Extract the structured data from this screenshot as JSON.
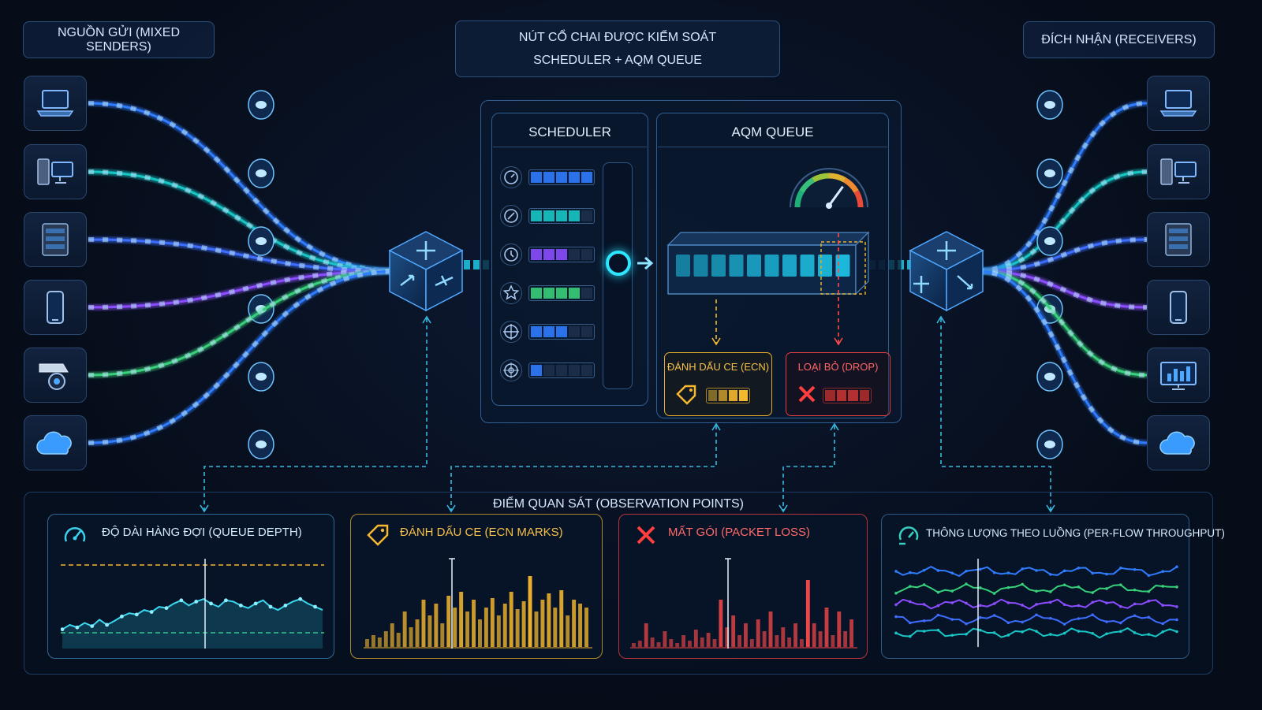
{
  "header": {
    "senders_label": "NGUỒN GỬI (MIXED SENDERS)",
    "bottleneck_line1": "NÚT CỔ CHAI ĐƯỢC KIỂM SOÁT",
    "bottleneck_line2": "SCHEDULER + AQM QUEUE",
    "receivers_label": "ĐÍCH NHẬN (RECEIVERS)"
  },
  "senders": [
    {
      "icon": "laptop-icon",
      "color": "#2f7cff"
    },
    {
      "icon": "desktop-icon",
      "color": "#19c6c6"
    },
    {
      "icon": "server-icon",
      "color": "#3d6dff"
    },
    {
      "icon": "smartphone-icon",
      "color": "#8b4dff"
    },
    {
      "icon": "security-camera-icon",
      "color": "#37d07a"
    },
    {
      "icon": "cloud-icon",
      "color": "#2f7cff"
    }
  ],
  "receivers": [
    {
      "icon": "laptop-icon",
      "color": "#2f7cff"
    },
    {
      "icon": "desktop-icon",
      "color": "#19c6c6"
    },
    {
      "icon": "server-icon",
      "color": "#3d6dff"
    },
    {
      "icon": "smartphone-icon",
      "color": "#8b4dff"
    },
    {
      "icon": "monitor-chart-icon",
      "color": "#37d07a"
    },
    {
      "icon": "cloud-icon",
      "color": "#2f7cff"
    }
  ],
  "scheduler": {
    "title": "SCHEDULER",
    "slots": [
      {
        "icon": "clock-icon",
        "color": "#2f7cff",
        "fill": 1.0
      },
      {
        "icon": "compass-icon",
        "color": "#19c6c6",
        "fill": 0.8
      },
      {
        "icon": "timer-icon",
        "color": "#8b4dff",
        "fill": 0.6
      },
      {
        "icon": "star-icon",
        "color": "#37d07a",
        "fill": 0.8
      },
      {
        "icon": "crosshair-icon",
        "color": "#2f7cff",
        "fill": 0.6
      },
      {
        "icon": "target-icon",
        "color": "#2f7cff",
        "fill": 0.2
      }
    ]
  },
  "aqm": {
    "title": "AQM QUEUE",
    "queue_fill": 0.85,
    "gauge_level": 0.7,
    "ecn_label": "ĐÁNH DẤU CE (ECN)",
    "drop_label": "LOẠI BỎ (DROP)"
  },
  "observation": {
    "title": "ĐIỂM QUAN SÁT (OBSERVATION POINTS)",
    "queue_depth_title": "ĐỘ DÀI HÀNG ĐỢI (QUEUE DEPTH)",
    "ecn_marks_title": "ĐÁNH DẤU CE (ECN MARKS)",
    "packet_loss_title": "MẤT GÓI (PACKET LOSS)",
    "throughput_title": "THÔNG LƯỢNG THEO LUỒNG (PER-FLOW THROUGHPUT)"
  },
  "colors": {
    "accent": "#22d3ee",
    "ecn": "#f5b82e",
    "drop": "#ff4a4a",
    "flow_blue": "#2f7cff",
    "flow_teal": "#19c6c6",
    "flow_purple": "#8b4dff",
    "flow_green": "#37d07a"
  },
  "mini_charts": {
    "queue_depth": [
      0.15,
      0.22,
      0.18,
      0.25,
      0.2,
      0.3,
      0.22,
      0.28,
      0.35,
      0.4,
      0.38,
      0.45,
      0.42,
      0.5,
      0.48,
      0.55,
      0.6,
      0.52,
      0.58,
      0.62,
      0.55,
      0.5,
      0.6,
      0.58,
      0.52,
      0.48,
      0.55,
      0.6,
      0.5,
      0.45,
      0.52,
      0.58,
      0.62,
      0.55,
      0.5,
      0.45
    ],
    "ecn_marks": [
      0.1,
      0.15,
      0.12,
      0.2,
      0.3,
      0.18,
      0.45,
      0.25,
      0.35,
      0.6,
      0.4,
      0.55,
      0.3,
      0.65,
      0.5,
      0.7,
      0.45,
      0.6,
      0.35,
      0.5,
      0.62,
      0.4,
      0.55,
      0.7,
      0.48,
      0.58,
      0.9,
      0.45,
      0.6,
      0.68,
      0.5,
      0.72,
      0.4,
      0.6,
      0.55,
      0.5
    ],
    "packet_loss": [
      0.05,
      0.08,
      0.3,
      0.12,
      0.06,
      0.2,
      0.1,
      0.05,
      0.15,
      0.08,
      0.22,
      0.12,
      0.18,
      0.1,
      0.6,
      0.25,
      0.4,
      0.15,
      0.3,
      0.1,
      0.35,
      0.2,
      0.45,
      0.15,
      0.25,
      0.12,
      0.3,
      0.1,
      0.85,
      0.3,
      0.2,
      0.5,
      0.15,
      0.45,
      0.2,
      0.35
    ],
    "throughput_series": [
      {
        "color": "#2f7cff",
        "level": 0.18
      },
      {
        "color": "#37d07a",
        "level": 0.36
      },
      {
        "color": "#8b4dff",
        "level": 0.52
      },
      {
        "color": "#3d6dff",
        "level": 0.68
      },
      {
        "color": "#19c6c6",
        "level": 0.82
      }
    ]
  }
}
